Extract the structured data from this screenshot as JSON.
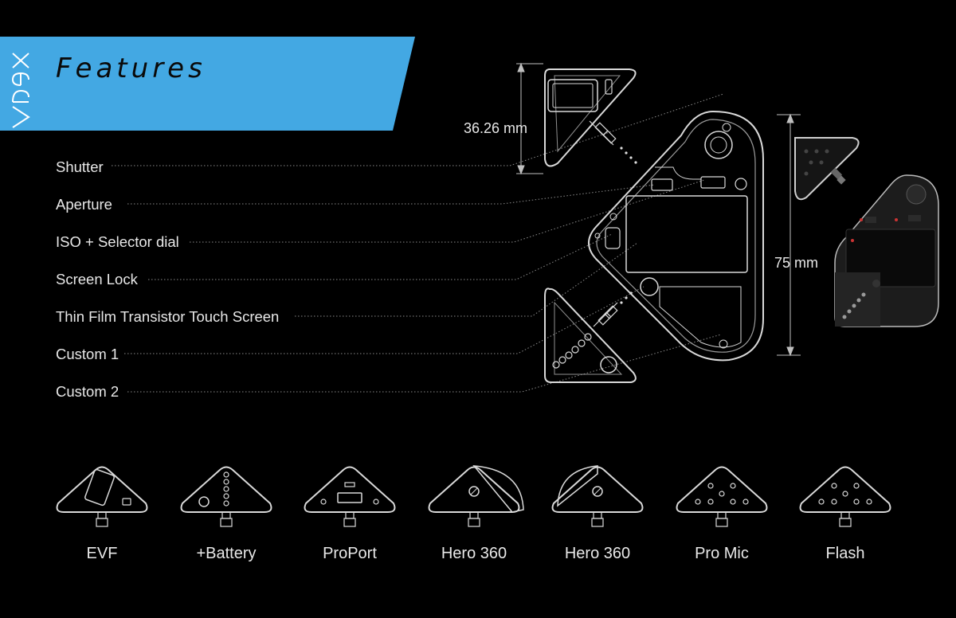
{
  "brand": {
    "name": "Apex",
    "banner_color": "#43a8e3"
  },
  "page_title": "Features",
  "features": [
    {
      "label": "Shutter"
    },
    {
      "label": "Aperture"
    },
    {
      "label": "ISO + Selector dial"
    },
    {
      "label": "Screen Lock"
    },
    {
      "label": "Thin Film Transistor Touch Screen"
    },
    {
      "label": "Custom 1"
    },
    {
      "label": "Custom 2"
    }
  ],
  "dimensions": {
    "module_height": "36.26 mm",
    "body_height": "75 mm"
  },
  "accessories": [
    {
      "label": "EVF",
      "icon": "evf-module-icon"
    },
    {
      "label": "+Battery",
      "icon": "battery-module-icon"
    },
    {
      "label": "ProPort",
      "icon": "proport-module-icon"
    },
    {
      "label": "Hero 360",
      "icon": "hero360-module-icon"
    },
    {
      "label": "Hero 360",
      "icon": "hero360-dome-module-icon"
    },
    {
      "label": "Pro Mic",
      "icon": "pro-mic-module-icon"
    },
    {
      "label": "Flash",
      "icon": "flash-module-icon"
    }
  ],
  "colors": {
    "line": "#d9d9d9",
    "leader": "#8a8a8a",
    "background": "#000000"
  }
}
